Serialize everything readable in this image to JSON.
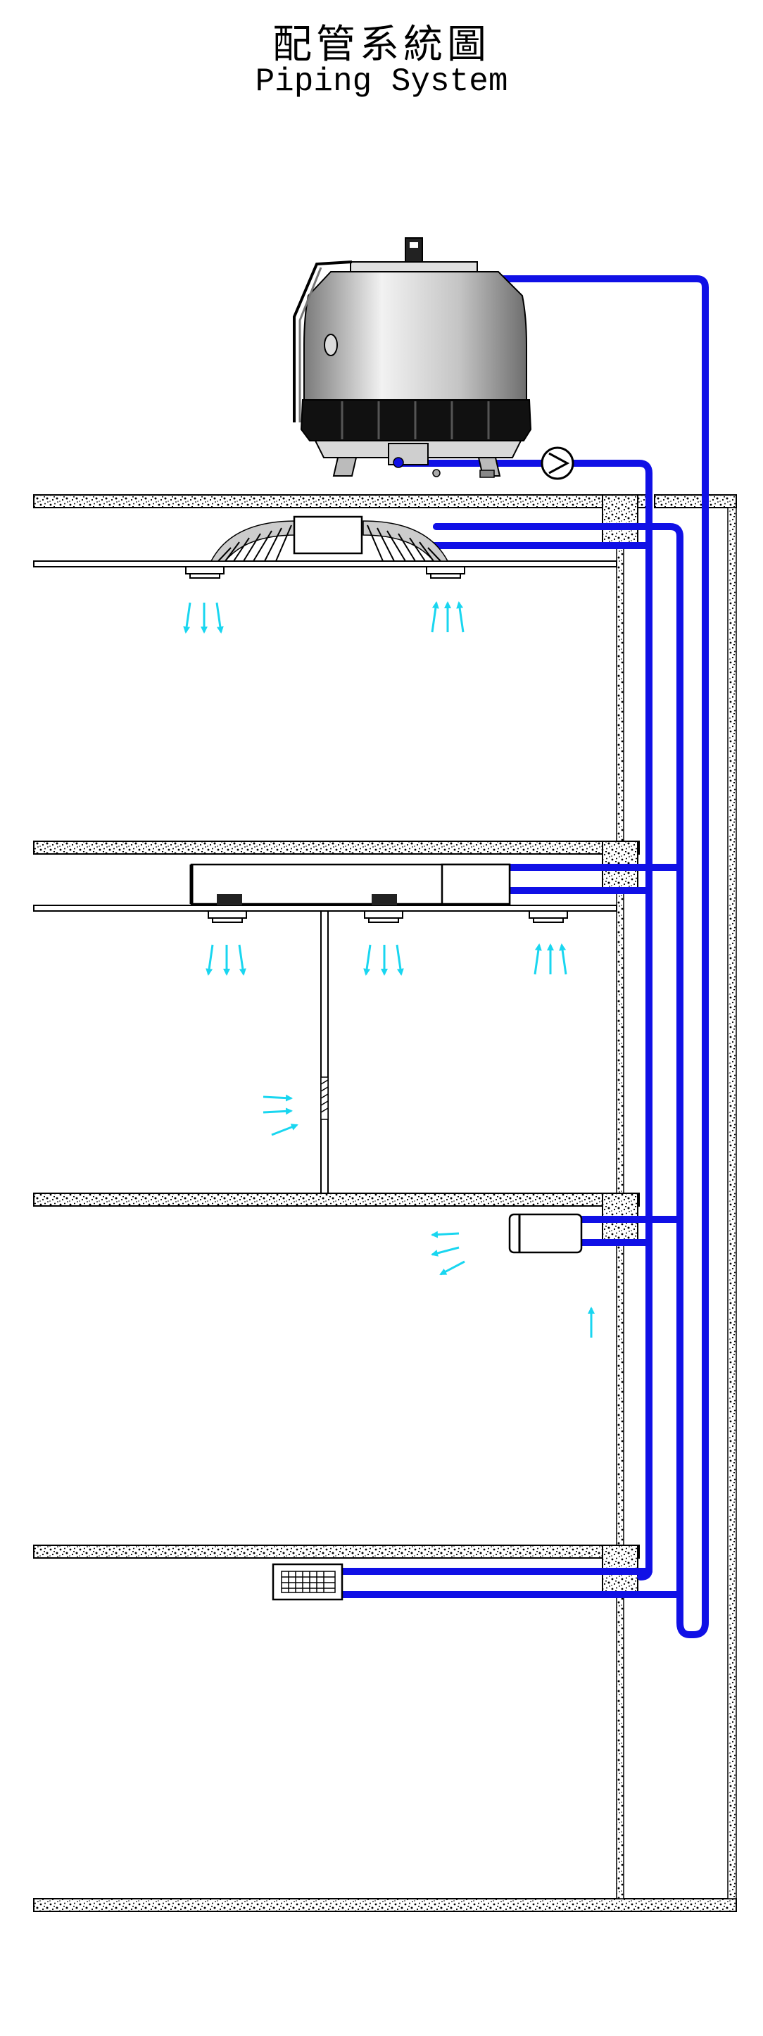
{
  "title": {
    "chinese": "配管系統圖",
    "english": "Piping System"
  },
  "colors": {
    "pipe": "#1010e6",
    "airflow": "#19d6f0",
    "slab_fill": "#ffffff",
    "slab_speckle": "#000000",
    "tower_body": "#c8c8c8",
    "tower_fill_band": "#111111"
  },
  "icons": {
    "cooling_tower": "cooling-tower-icon",
    "pump": "pump-icon",
    "ceiling_unit": "ceiling-fan-coil-icon",
    "ducted_unit": "ducted-fan-coil-icon",
    "wall_unit": "wall-mounted-unit-icon",
    "floor_unit": "floor-console-unit-icon",
    "airflow": "airflow-arrow-icon"
  },
  "floors": [
    {
      "level": 1,
      "equipment": "ceiling-cassette"
    },
    {
      "level": 2,
      "equipment": "ducted-unit"
    },
    {
      "level": 3,
      "equipment": "wall-mounted-unit"
    },
    {
      "level": 4,
      "equipment": "floor-console-unit"
    }
  ]
}
